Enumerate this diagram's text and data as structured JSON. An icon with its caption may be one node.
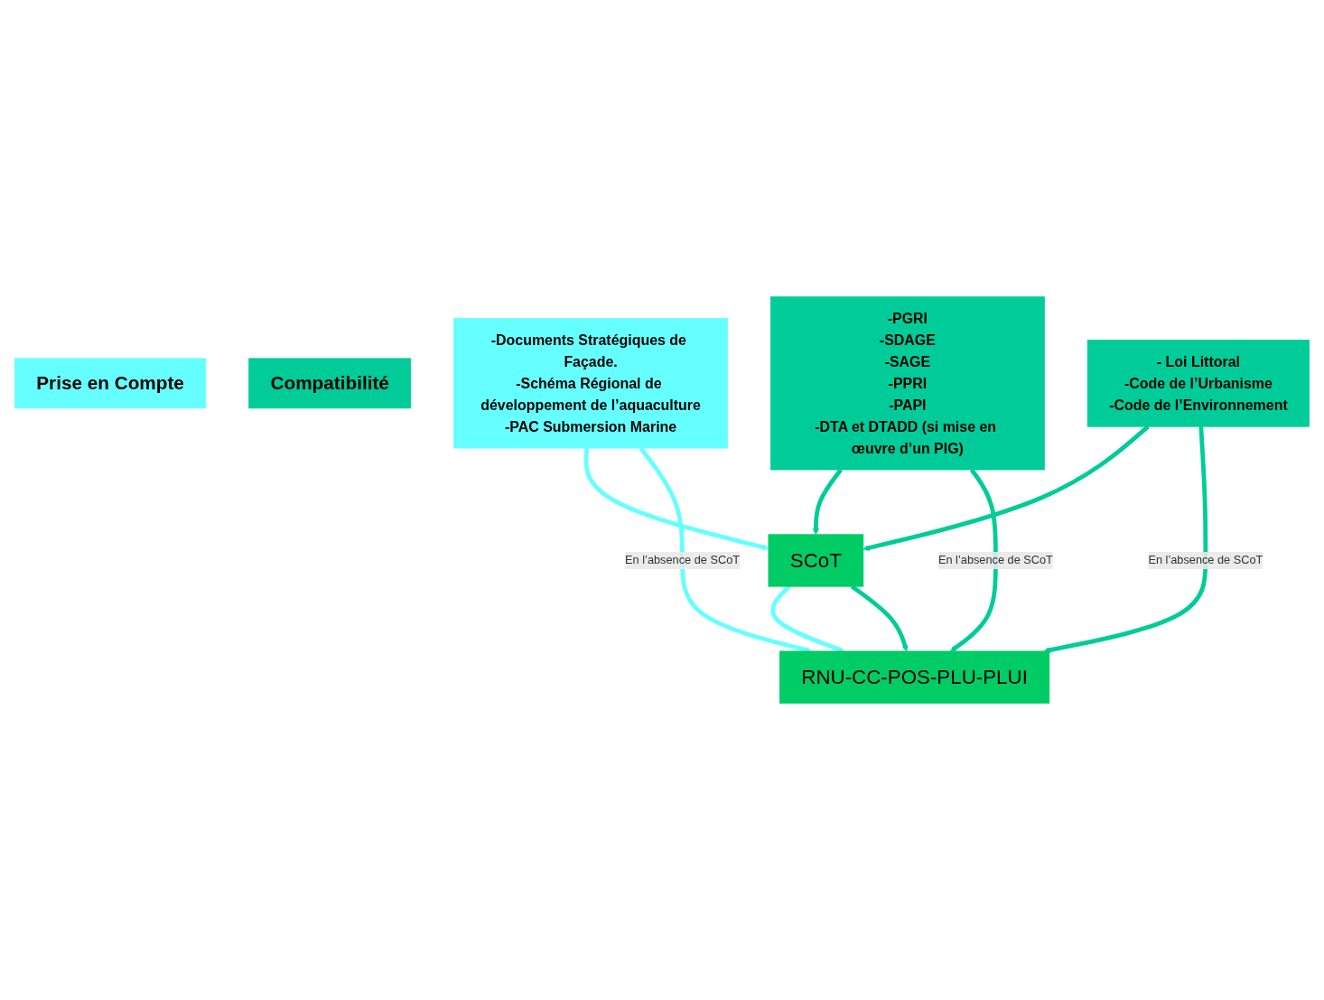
{
  "diagram": {
    "nodes": [
      {
        "text": [
          "Prise en Compte"
        ]
      },
      {
        "text": [
          "Compatibilité"
        ]
      },
      {
        "text": [
          "-Documents Stratégiques de Façade.",
          "-Schéma Régional de développement de l’aquaculture",
          "-PAC Submersion Marine"
        ]
      },
      {
        "text": [
          "-PGRI",
          "-SDAGE",
          "-SAGE",
          "-PPRI",
          "-PAPI",
          "-DTA et DTADD (si mise en œuvre d’un PIG)"
        ]
      },
      {
        "text": [
          "- Loi Littoral",
          "-Code de l’Urbanisme",
          "-Code de l’Environnement"
        ]
      },
      {
        "text": [
          "SCoT"
        ]
      },
      {
        "text": [
          "RNU-CC-POS-PLU-PLUI"
        ]
      }
    ],
    "edges": [
      {
        "from": 2,
        "to": 5,
        "arrow": "to",
        "color": "#66ffff"
      },
      {
        "from": 3,
        "to": 5,
        "arrow": "to",
        "color": "#00cc99"
      },
      {
        "from": 4,
        "to": 5,
        "arrow": "to",
        "color": "#00cc99"
      },
      {
        "from": 5,
        "to": 6,
        "arrow": "to",
        "color": "#66ffff"
      },
      {
        "from": 5,
        "to": 6,
        "arrow": "to",
        "color": "#00cc99"
      },
      {
        "from": 2,
        "to": 6,
        "arrow": "to",
        "label": "En l’absence de SCoT",
        "color": "#66ffff"
      },
      {
        "from": 3,
        "to": 6,
        "arrow": "to",
        "label": "En l’absence de SCoT",
        "color": "#00cc99"
      },
      {
        "from": 4,
        "to": 6,
        "arrow": "to",
        "label": "En l’absence de SCoT",
        "color": "#00cc99"
      }
    ]
  }
}
